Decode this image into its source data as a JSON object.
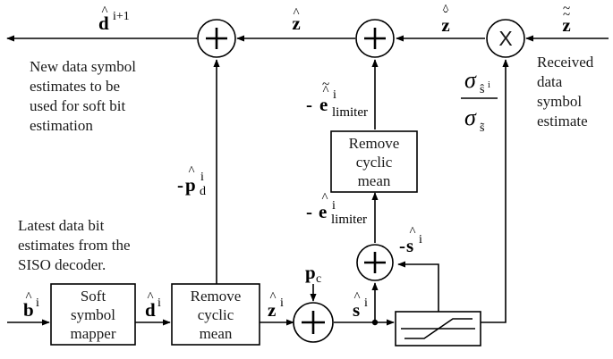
{
  "blocks": {
    "soft_mapper": [
      "Soft",
      "symbol",
      "mapper"
    ],
    "remove_mean_1": [
      "Remove",
      "cyclic",
      "mean"
    ],
    "remove_mean_2": [
      "Remove",
      "cyclic",
      "mean"
    ],
    "multiplier_symbol": "X"
  },
  "notes": {
    "new_estimates": [
      "New data symbol",
      "estimates to be",
      "used for soft bit",
      "estimation"
    ],
    "latest_bits": [
      "Latest data bit",
      "estimates from the",
      "SISO decoder."
    ],
    "received": [
      "Received",
      "data",
      "symbol",
      "estimate"
    ]
  },
  "signals": {
    "d_next": {
      "base": "d",
      "sup": "i+1"
    },
    "z_hat": "z",
    "z_breve_hat": "z",
    "z_tilde_tilde": "z",
    "e_limiter": {
      "prefix": "-",
      "base": "e",
      "sup": "i",
      "sub": "limiter"
    },
    "e_limiter_plain": {
      "prefix": "-",
      "base": "e",
      "sup": "i",
      "sub": "limiter"
    },
    "p_d": {
      "prefix": "-",
      "base": "p",
      "sup": "i",
      "sub": "d"
    },
    "b": {
      "base": "b",
      "sup": "i"
    },
    "d": {
      "base": "d",
      "sup": "i"
    },
    "z": {
      "base": "z",
      "sup": "i"
    },
    "s": {
      "base": "s",
      "sup": "i"
    },
    "s_neg": {
      "prefix": "-",
      "base": "s",
      "sup": "i"
    },
    "p_c": {
      "base": "p",
      "sub": "c"
    }
  },
  "gain": {
    "numerator": "σ",
    "num_sub": "ŝ",
    "num_sup": "i",
    "denominator": "σ",
    "den_sub": "s̃"
  }
}
